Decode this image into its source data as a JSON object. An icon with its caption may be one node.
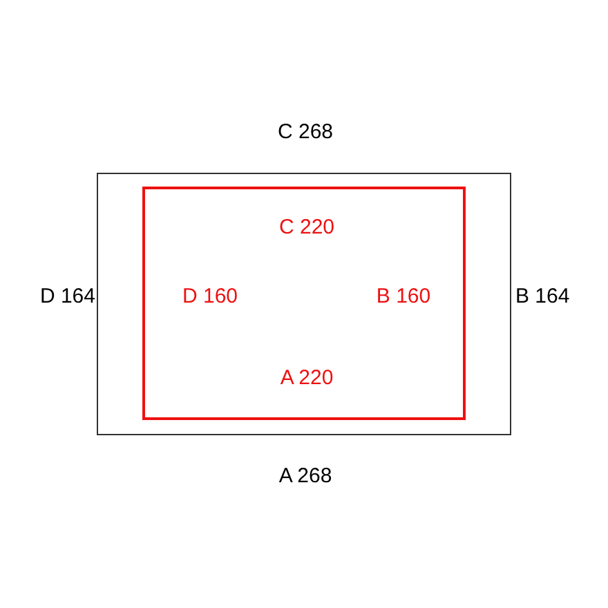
{
  "diagram": {
    "nodes": [
      {
        "text": [
          "C 268",
          "D 164",
          "B 164",
          "A 268"
        ]
      },
      {
        "text": [
          "C 220",
          "D 160",
          "B 160",
          "A 220"
        ],
        "in": 0
      }
    ]
  }
}
